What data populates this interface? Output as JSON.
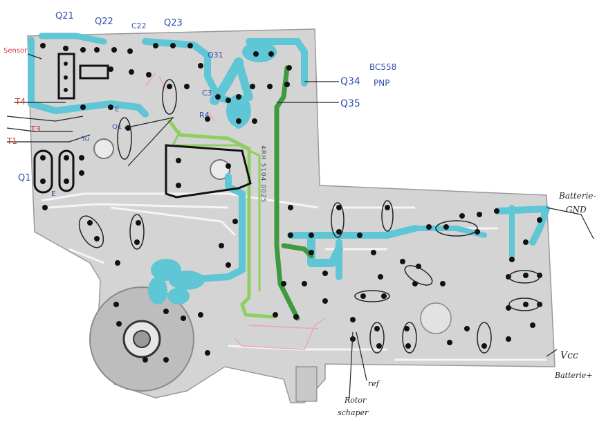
{
  "labels": {
    "q21": "Q21",
    "q22": "Q22",
    "c22": "C22",
    "q23": "Q23",
    "q31": "Q31",
    "c3": "C3",
    "r4": "R4",
    "q34": "Q34",
    "pnp": "PNP",
    "bc558": "BC558",
    "q35": "Q35",
    "sensor": "Sensor",
    "e1": "E",
    "q1small": "Q1",
    "t4": "T4",
    "t3": "T3",
    "t1": "T1",
    "tu": "Tu",
    "q1": "Q1",
    "e2": "E",
    "batterie_gnd_1": "Batterie-",
    "batterie_gnd_2": "GND",
    "vcc": "Vcc",
    "batterie_plus": "Batterie+",
    "ref": "ref",
    "rotor": "Rotor",
    "schaper": "schaper",
    "board_text": "4RH 5104 0025"
  },
  "colors": {
    "board": "#d4d4d4",
    "trace_cyan": "#5fc6d6",
    "trace_green": "#3f9a3f",
    "trace_light_green": "#8fcf62",
    "silk_pink": "#e9a4c1",
    "ink_blue": "#2f4fb0",
    "ink_red": "#d23a3a"
  }
}
